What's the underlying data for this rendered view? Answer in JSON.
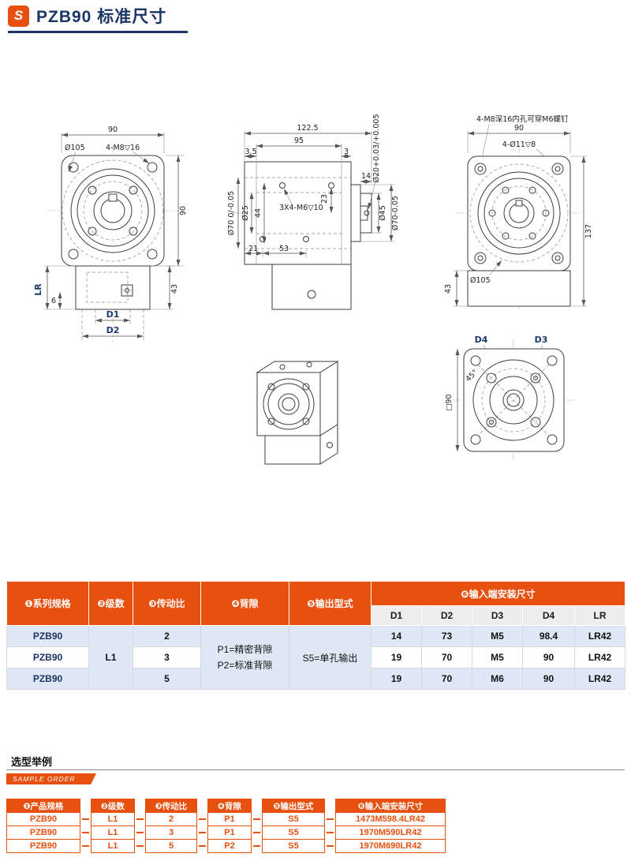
{
  "header": {
    "title": "PZB90 标准尺寸",
    "logo_glyph": "S"
  },
  "colors": {
    "accent": "#e8500f",
    "navy": "#1b3464",
    "row_alt": "#dfe9f5"
  },
  "drawings": {
    "front": {
      "top_width": "90",
      "flange_dia": "Ø105",
      "bolt_note": "4-M8▽16",
      "side_height": "90",
      "lr": "LR",
      "offset6": "6",
      "height43": "43",
      "d1": "D1",
      "d2": "D2"
    },
    "side": {
      "width": "122.5",
      "width2": "95",
      "t35": "3.5",
      "t3": "3",
      "t23": "23",
      "t14": "14",
      "dia70_left": "Ø70 0/-0.05",
      "dia25": "Ø25",
      "t44": "44",
      "bolt_note": "3X4-M6▽10",
      "dia45": "Ø45",
      "dia70_right": "Ø70-0.05",
      "dia20": "Ø20+0.03/+0.005",
      "t21": "21",
      "t53": "53"
    },
    "right": {
      "bolt_note": "4-M8深16内孔可穿M6螺钉",
      "top_width": "90",
      "hole_note": "4-Ø11▽8",
      "height137": "137",
      "height43": "43",
      "flange_dia": "Ø105"
    },
    "back": {
      "d4": "D4",
      "d3": "D3",
      "angle": "45°",
      "square": "□90"
    }
  },
  "spec_table": {
    "col_headers": [
      "❶系列规格",
      "❷级数",
      "❸传动比",
      "❹背隙",
      "❺输出型式",
      "❻输入端安装尺寸"
    ],
    "sub_headers": [
      "D1",
      "D2",
      "D3",
      "D4",
      "LR"
    ],
    "stage": "L1",
    "backlash_lines": [
      "P1=精密背隙",
      "P2=标准背隙"
    ],
    "output_type": "S5=单孔输出",
    "rows": [
      {
        "series": "PZB90",
        "ratio": "2",
        "d1": "14",
        "d2": "73",
        "d3": "M5",
        "d4": "98.4",
        "lr": "LR42"
      },
      {
        "series": "PZB90",
        "ratio": "3",
        "d1": "19",
        "d2": "70",
        "d3": "M5",
        "d4": "90",
        "lr": "LR42"
      },
      {
        "series": "PZB90",
        "ratio": "5",
        "d1": "19",
        "d2": "70",
        "d3": "M6",
        "d4": "90",
        "lr": "LR42"
      }
    ]
  },
  "order_section": {
    "title": "选型举例",
    "ribbon": "SAMPLE ORDER",
    "headers": [
      "❶产品规格",
      "❷级数",
      "❸传动比",
      "❹背隙",
      "❺输出型式",
      "❻输入端安装尺寸"
    ],
    "rows": [
      [
        "PZB90",
        "L1",
        "2",
        "P1",
        "S5",
        "1473M598.4LR42"
      ],
      [
        "PZB90",
        "L1",
        "3",
        "P1",
        "S5",
        "1970M590LR42"
      ],
      [
        "PZB90",
        "L1",
        "5",
        "P2",
        "S5",
        "1970M690LR42"
      ]
    ]
  }
}
